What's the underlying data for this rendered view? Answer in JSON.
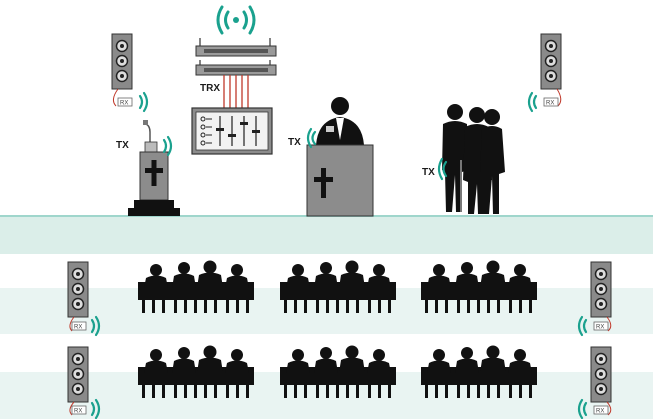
{
  "labels": {
    "trx": "TRX",
    "tx_lectern": "TX",
    "tx_pastor": "TX",
    "tx_choir": "TX",
    "rx": "RX"
  },
  "icons": {
    "speaker": "speaker-icon",
    "receiver": "receiver-icon",
    "transmitter_waves": "wireless-waves-icon",
    "cross": "cross-icon",
    "mixer": "mixer-icon",
    "rack": "rack-unit-icon"
  },
  "colors": {
    "accent": "#1aa18e",
    "stage": "#dbeee9",
    "stage_edge": "#9fd6cc",
    "row_band": "#e9f4f2",
    "silhouette": "#111111",
    "cable": "#c0392b",
    "panel": "#8c8c8c"
  }
}
